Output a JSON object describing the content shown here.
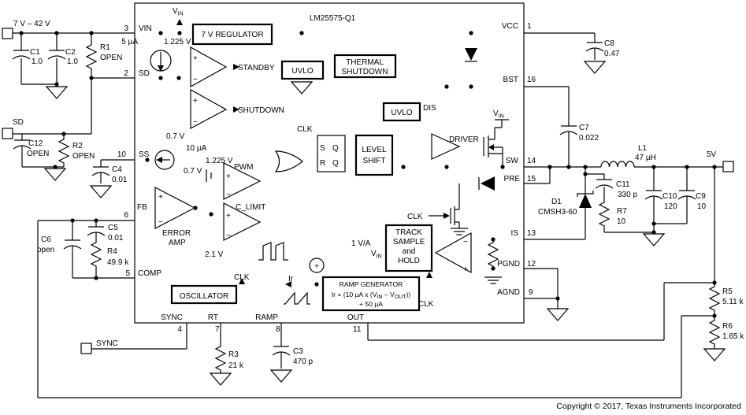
{
  "title": "LM25575-Q1",
  "copyright": "Copyright © 2017, Texas Instruments Incorporated",
  "terminals": {
    "input_range": "7 V – 42 V",
    "sd": "SD",
    "sync": "SYNC",
    "output": "5V"
  },
  "pins": {
    "vin": {
      "name": "VIN",
      "num": "3"
    },
    "sd": {
      "name": "SD",
      "num": "2"
    },
    "ss": {
      "name": "SS",
      "num": "10"
    },
    "fb": {
      "name": "FB",
      "num": "6"
    },
    "comp": {
      "name": "COMP",
      "num": "5"
    },
    "sync": {
      "name": "SYNC",
      "num": "4"
    },
    "rt": {
      "name": "RT",
      "num": "7"
    },
    "ramp": {
      "name": "RAMP",
      "num": "8"
    },
    "out": {
      "name": "OUT",
      "num": "11"
    },
    "vcc": {
      "name": "VCC",
      "num": "1"
    },
    "bst": {
      "name": "BST",
      "num": "16"
    },
    "sw": {
      "name": "SW",
      "num": "14"
    },
    "pre": {
      "name": "PRE",
      "num": "15"
    },
    "is": {
      "name": "IS",
      "num": "13"
    },
    "pgnd": {
      "name": "PGND",
      "num": "12"
    },
    "agnd": {
      "name": "AGND",
      "num": "9"
    }
  },
  "blocks": {
    "regulator": "7 V REGULATOR",
    "uvlo_top": "UVLO",
    "thermal_line1": "THERMAL",
    "thermal_line2": "SHUTDOWN",
    "uvlo_drv": "UVLO",
    "level_line1": "LEVEL",
    "level_line2": "SHIFT",
    "driver": "DRIVER",
    "track_line1": "TRACK",
    "track_line2": "SAMPLE",
    "track_line3": "and",
    "track_line4": "HOLD",
    "ramp_line1": "RAMP GENERATOR",
    "oscillator": "OSCILLATOR",
    "latch": {
      "s": "S",
      "r": "R",
      "q": "Q",
      "qbar": "Q"
    }
  },
  "formula": {
    "p1": "Ir = (10 µA x (V",
    "sub1": "IN",
    "p2": " – V",
    "sub2": "OUT",
    "p3": "))",
    "line2": "+ 50 µA"
  },
  "labels": {
    "standby": "STANDBY",
    "shutdown": "SHUTDOWN",
    "dis": "DIS",
    "clk": "CLK",
    "pwm": "PWM",
    "c_limit": "C_LIMIT",
    "error_line1": "ERROR",
    "error_line2": "AMP",
    "ir": "Ir",
    "one_va": "1 V/A",
    "v_main": "V",
    "v_in_sub": "IN",
    "ref_1225": "1.225 V",
    "ref_07": "0.7 V",
    "ref_21": "2.1 V",
    "i_5ua": "5 µA",
    "i_10ua": "10 µA",
    "plus": "+",
    "minus": "−"
  },
  "components": {
    "c1": {
      "ref": "C1",
      "val": "1.0"
    },
    "c2": {
      "ref": "C2",
      "val": "1.0"
    },
    "r1": {
      "ref": "R1",
      "val": "OPEN"
    },
    "c12": {
      "ref": "C12",
      "val": "OPEN"
    },
    "r2": {
      "ref": "R2",
      "val": "OPEN"
    },
    "c4": {
      "ref": "C4",
      "val": "0.01"
    },
    "c5": {
      "ref": "C5",
      "val": "0.01"
    },
    "r4": {
      "ref": "R4",
      "val": "49.9 k"
    },
    "c6": {
      "ref": "C6",
      "val": "open"
    },
    "r3": {
      "ref": "R3",
      "val": "21 k"
    },
    "c3": {
      "ref": "C3",
      "val": "470 p"
    },
    "c8": {
      "ref": "C8",
      "val": "0.47"
    },
    "c7": {
      "ref": "C7",
      "val": "0.022"
    },
    "l1": {
      "ref": "L1",
      "val": "47 µH"
    },
    "d1": {
      "ref": "D1",
      "val": "CMSH3-60"
    },
    "c11": {
      "ref": "C11",
      "val": "330 p"
    },
    "r7": {
      "ref": "R7",
      "val": "10"
    },
    "c10": {
      "ref": "C10",
      "val": "120"
    },
    "c9": {
      "ref": "C9",
      "val": "10"
    },
    "r5": {
      "ref": "R5",
      "val": "5.11 k"
    },
    "r6": {
      "ref": "R6",
      "val": "1.65 k"
    }
  }
}
